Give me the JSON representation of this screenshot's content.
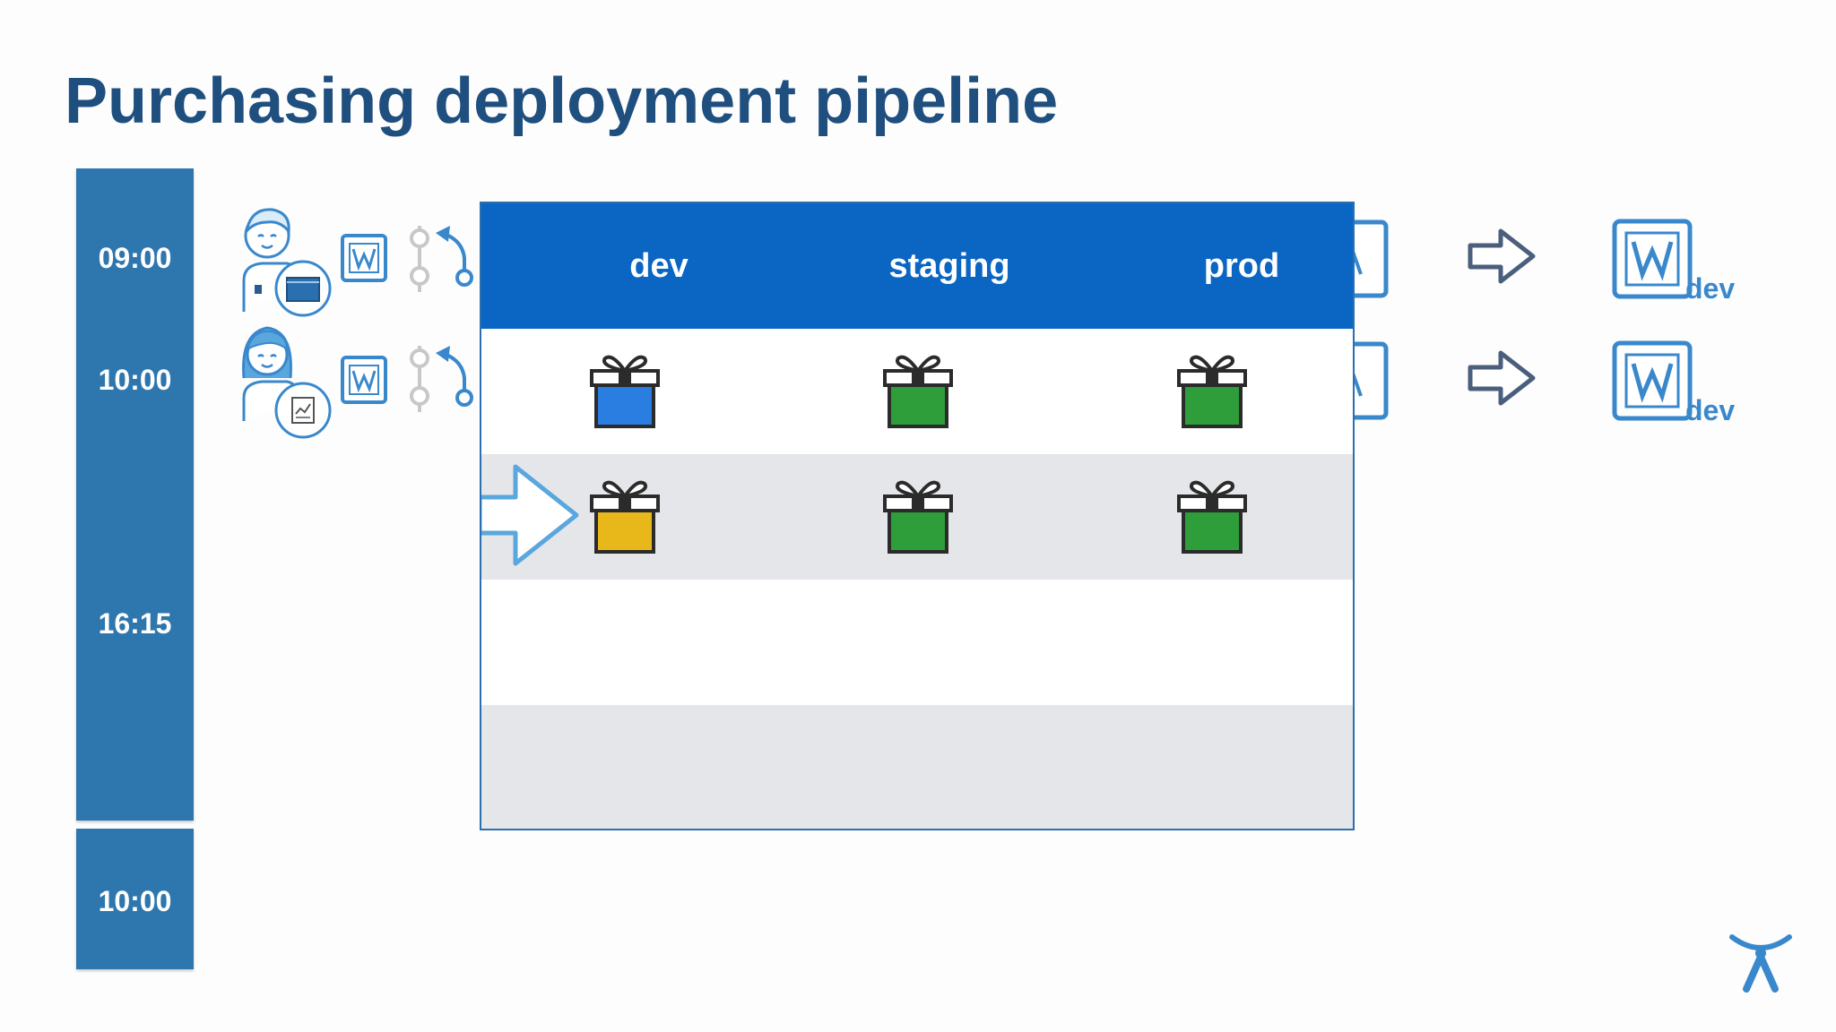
{
  "title": "Purchasing deployment pipeline",
  "timeline": {
    "times": [
      "09:00",
      "10:00",
      "16:15"
    ],
    "next_time": "10:00"
  },
  "people": [
    {
      "icon": "developer-laptop-icon"
    },
    {
      "icon": "developer-chart-icon"
    }
  ],
  "board": {
    "environments": [
      "dev",
      "staging",
      "prod"
    ],
    "rows": [
      [
        "blue",
        "green",
        "green"
      ],
      [
        "yellow",
        "green",
        "green"
      ]
    ],
    "empty_rows": 2
  },
  "deployments": [
    {
      "env_tag": "dev"
    },
    {
      "env_tag": "dev"
    }
  ],
  "colors": {
    "title": "#1f4f7e",
    "timeline": "#2e76ae",
    "board_header": "#0a66c2",
    "gift_blue": "#2a7de1",
    "gift_green": "#2e9e3a",
    "gift_yellow": "#e8b81a"
  }
}
